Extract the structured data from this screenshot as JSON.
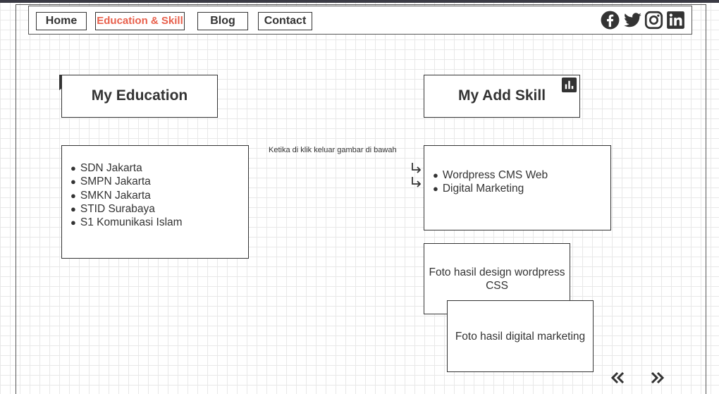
{
  "nav": {
    "items": [
      {
        "label": "Home",
        "active": false
      },
      {
        "label": "Education & Skill",
        "active": true
      },
      {
        "label": "Blog",
        "active": false
      },
      {
        "label": "Contact",
        "active": false
      }
    ],
    "social_icons": [
      "facebook-icon",
      "twitter-icon",
      "instagram-icon",
      "linkedin-icon"
    ],
    "active_color": "#e8604c"
  },
  "education": {
    "title": "My Education",
    "items": [
      "SDN Jakarta",
      "SMPN Jakarta",
      "SMKN Jakarta",
      "STID Surabaya",
      "S1 Komunikasi Islam"
    ]
  },
  "skill": {
    "title": "My Add Skill",
    "note": "Ketika di klik keluar gambar di bawah",
    "items": [
      "Wordpress CMS Web",
      "Digital Marketing"
    ]
  },
  "photos": {
    "wordpress": "Foto hasil design wordpress CSS",
    "marketing": "Foto hasil digital marketing"
  },
  "pager": {
    "prev_icon": "double-chevron-left-icon",
    "next_icon": "double-chevron-right-icon"
  }
}
